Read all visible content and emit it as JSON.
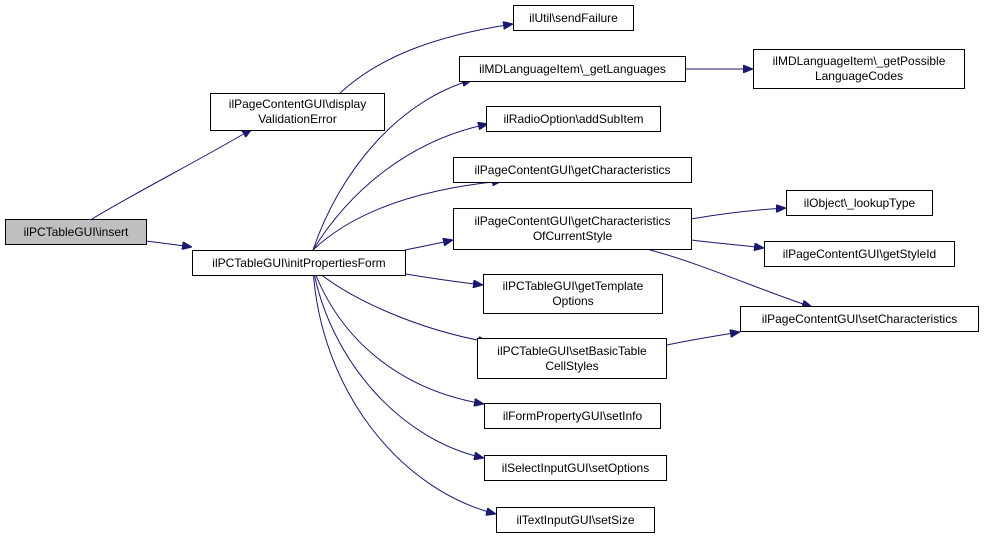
{
  "diagram": {
    "edge_color": "#191970",
    "root_fill": "#bfbfbf",
    "nodes": {
      "insert": {
        "lines": [
          "ilPCTableGUI\\insert"
        ]
      },
      "display_validation_error": {
        "lines": [
          "ilPageContentGUI\\display",
          "ValidationError"
        ]
      },
      "init_properties_form": {
        "lines": [
          "ilPCTableGUI\\initPropertiesForm"
        ]
      },
      "send_failure": {
        "lines": [
          "ilUtil\\sendFailure"
        ]
      },
      "get_languages": {
        "lines": [
          "ilMDLanguageItem\\_getLanguages"
        ]
      },
      "get_possible_language_codes": {
        "lines": [
          "ilMDLanguageItem\\_getPossible",
          "LanguageCodes"
        ]
      },
      "add_sub_item": {
        "lines": [
          "ilRadioOption\\addSubItem"
        ]
      },
      "get_characteristics": {
        "lines": [
          "ilPageContentGUI\\getCharacteristics"
        ]
      },
      "get_characteristics_of_current_style": {
        "lines": [
          "ilPageContentGUI\\getCharacteristics",
          "OfCurrentStyle"
        ]
      },
      "lookup_type": {
        "lines": [
          "ilObject\\_lookupType"
        ]
      },
      "get_style_id": {
        "lines": [
          "ilPageContentGUI\\getStyleId"
        ]
      },
      "get_template_options": {
        "lines": [
          "ilPCTableGUI\\getTemplate",
          "Options"
        ]
      },
      "set_characteristics": {
        "lines": [
          "ilPageContentGUI\\setCharacteristics"
        ]
      },
      "set_basic_table_cell_styles": {
        "lines": [
          "ilPCTableGUI\\setBasicTable",
          "CellStyles"
        ]
      },
      "set_info": {
        "lines": [
          "ilFormPropertyGUI\\setInfo"
        ]
      },
      "set_options": {
        "lines": [
          "ilSelectInputGUI\\setOptions"
        ]
      },
      "set_size": {
        "lines": [
          "ilTextInputGUI\\setSize"
        ]
      }
    }
  }
}
